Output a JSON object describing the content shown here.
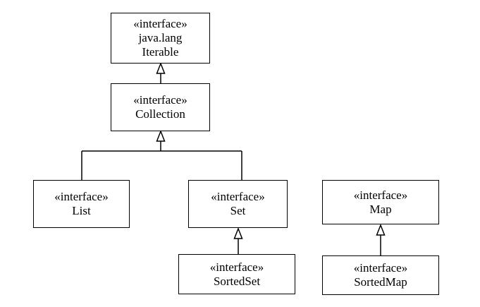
{
  "diagram": {
    "nodes": {
      "iterable": {
        "stereotype": "«interface»",
        "package": "java.lang",
        "name": "Iterable"
      },
      "collection": {
        "stereotype": "«interface»",
        "name": "Collection"
      },
      "list": {
        "stereotype": "«interface»",
        "name": "List"
      },
      "set": {
        "stereotype": "«interface»",
        "name": "Set"
      },
      "sortedset": {
        "stereotype": "«interface»",
        "name": "SortedSet"
      },
      "map": {
        "stereotype": "«interface»",
        "name": "Map"
      },
      "sortedmap": {
        "stereotype": "«interface»",
        "name": "SortedMap"
      }
    },
    "edges": [
      {
        "from": "Collection",
        "to": "Iterable"
      },
      {
        "from": "List",
        "to": "Collection"
      },
      {
        "from": "Set",
        "to": "Collection"
      },
      {
        "from": "SortedSet",
        "to": "Set"
      },
      {
        "from": "SortedMap",
        "to": "Map"
      }
    ],
    "colors": {
      "line": "#000000",
      "background": "#ffffff"
    }
  }
}
